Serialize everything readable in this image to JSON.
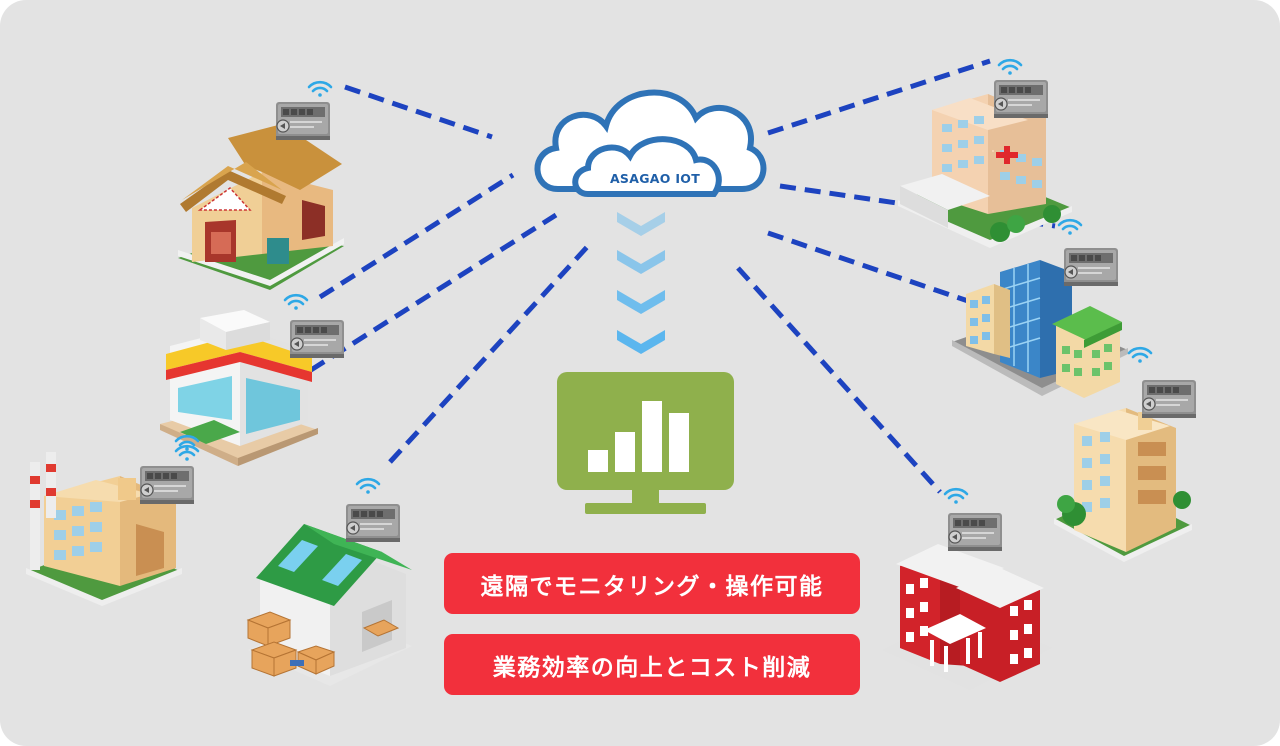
{
  "cloud": {
    "label": "ASAGAO IOT"
  },
  "benefits": [
    {
      "text": "遠隔でモニタリング・操作可能"
    },
    {
      "text": "業務効率の向上とコスト削減"
    }
  ],
  "colors": {
    "link_line": "#1d43c0",
    "cloud_outline": "#2f73b7",
    "monitor": "#8fb04c",
    "arrow": "#5bb6ee",
    "pill": "#f2303c",
    "wifi": "#2ea8e6",
    "background": "#e3e3e3"
  },
  "sites": [
    {
      "name": "house"
    },
    {
      "name": "convenience-store"
    },
    {
      "name": "factory"
    },
    {
      "name": "warehouse"
    },
    {
      "name": "hospital"
    },
    {
      "name": "office-buildings"
    },
    {
      "name": "apartment"
    },
    {
      "name": "school"
    }
  ]
}
